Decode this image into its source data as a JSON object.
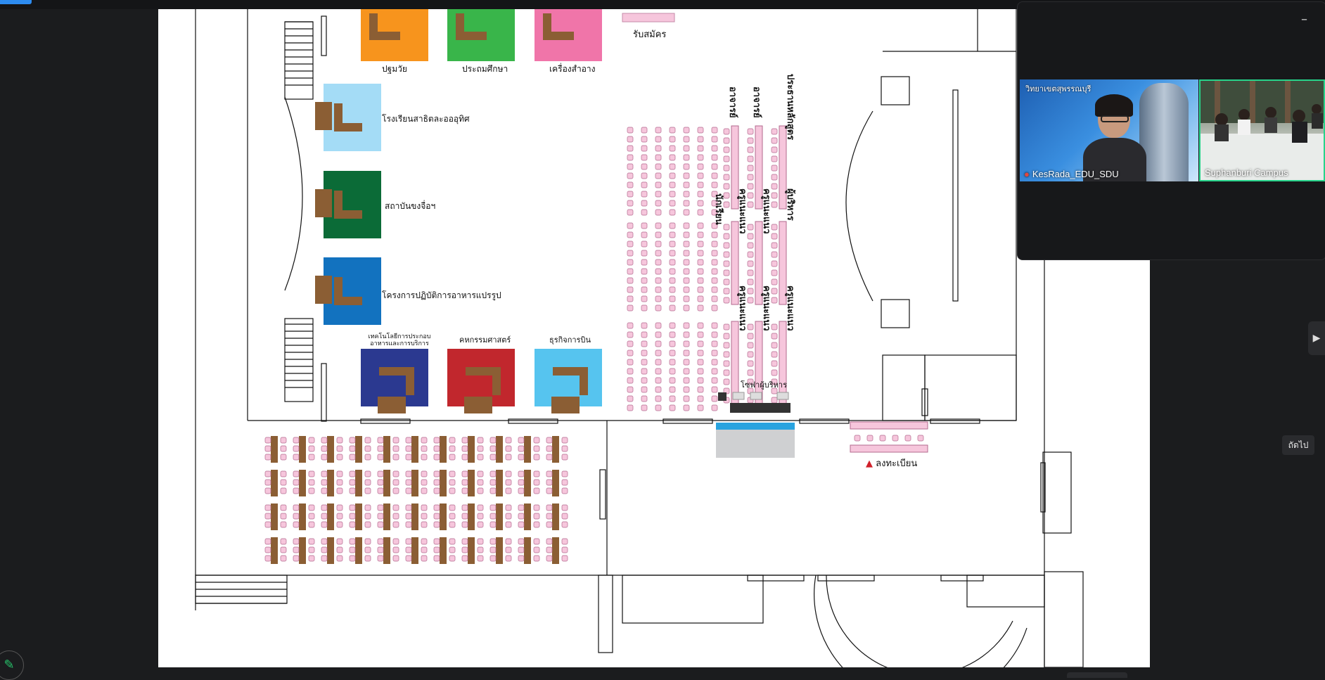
{
  "floorplan": {
    "booths_top": [
      "ปฐมวัย",
      "ประถมศึกษา",
      "เครื่องสำอาง"
    ],
    "booths_left": [
      "โรงเรียนสาธิตละอออุทิศ",
      "สถาบันขงจื่อฯ",
      "โครงการปฏิบัติการอาหารแปรรูป"
    ],
    "booths_bottom": [
      "เทคโนโลยีการประกอบอาหารและการบริการ",
      "คหกรรมศาสตร์",
      "ธุรกิจการบิน"
    ],
    "registration_top": "รับสมัคร",
    "executive_sofa": "โซฟาผู้บริหาร",
    "sign_in": "ลงทะเบียน",
    "seat_block_labels": [
      "ประธานหลักสูตร",
      "อาจารย์",
      "อาจารย์",
      "ผู้บริหาร",
      "ครูแนะแนว",
      "ครูแนะแนว",
      "นักเรียน",
      "ครูแนะแนว",
      "ครูแนะแนว",
      "ครูแนะแนว"
    ]
  },
  "video": {
    "participant1_name": "KesRada_EDU_SDU",
    "participant1_tag": "วิทยาเขตสุพรรณบุรี",
    "participant2_name": "Suphanburi Campus",
    "minimize_label": "–"
  },
  "controls": {
    "next_label": "ถัดไป",
    "nav_arrow": "▶",
    "pen_icon": "✎"
  },
  "colors": {
    "orange": "#f7941d",
    "green": "#39b54a",
    "pink": "#f075a9",
    "lightblue": "#a4dcf6",
    "darkgreen": "#0b6b37",
    "blue": "#1272bf",
    "navy": "#2b3990",
    "red": "#c1272d",
    "skyblue": "#56c4ef",
    "desk": "#8b5e34",
    "chair": "#f6c6dc"
  }
}
